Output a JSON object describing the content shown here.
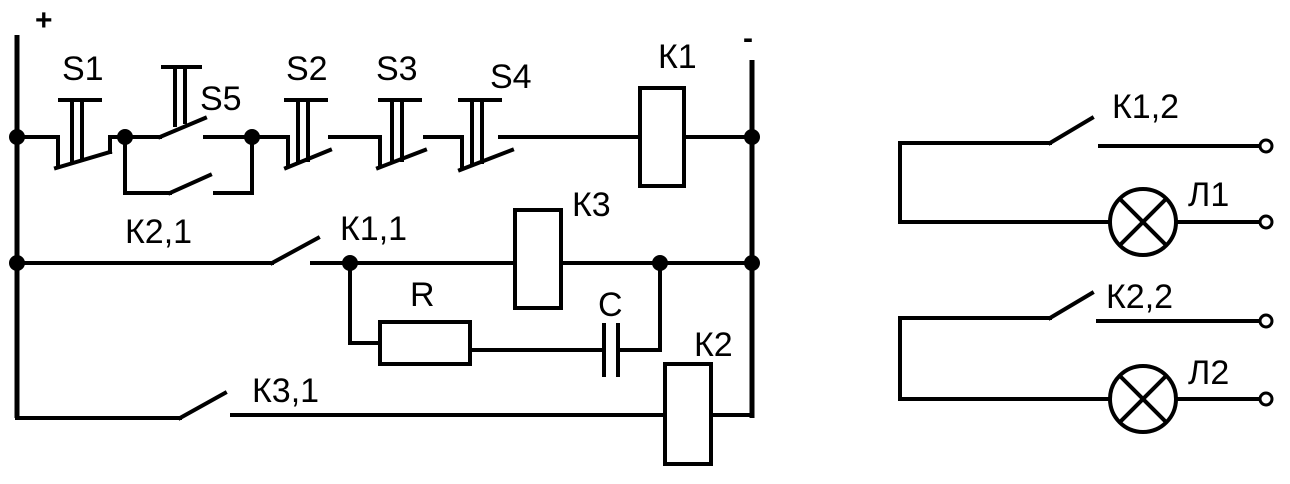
{
  "polarity": {
    "plus": "+",
    "minus": "-"
  },
  "labels": {
    "s1": "S1",
    "s2": "S2",
    "s3": "S3",
    "s4": "S4",
    "s5": "S5",
    "k1": "К1",
    "k2": "К2",
    "k3": "К3",
    "k2_1": "К2,1",
    "k1_1": "К1,1",
    "k3_1": "К3,1",
    "r": "R",
    "c": "C",
    "k1_2": "К1,2",
    "k2_2": "К2,2",
    "l1": "Л1",
    "l2": "Л2"
  },
  "colors": {
    "ink": "#000000",
    "background": "#ffffff"
  }
}
